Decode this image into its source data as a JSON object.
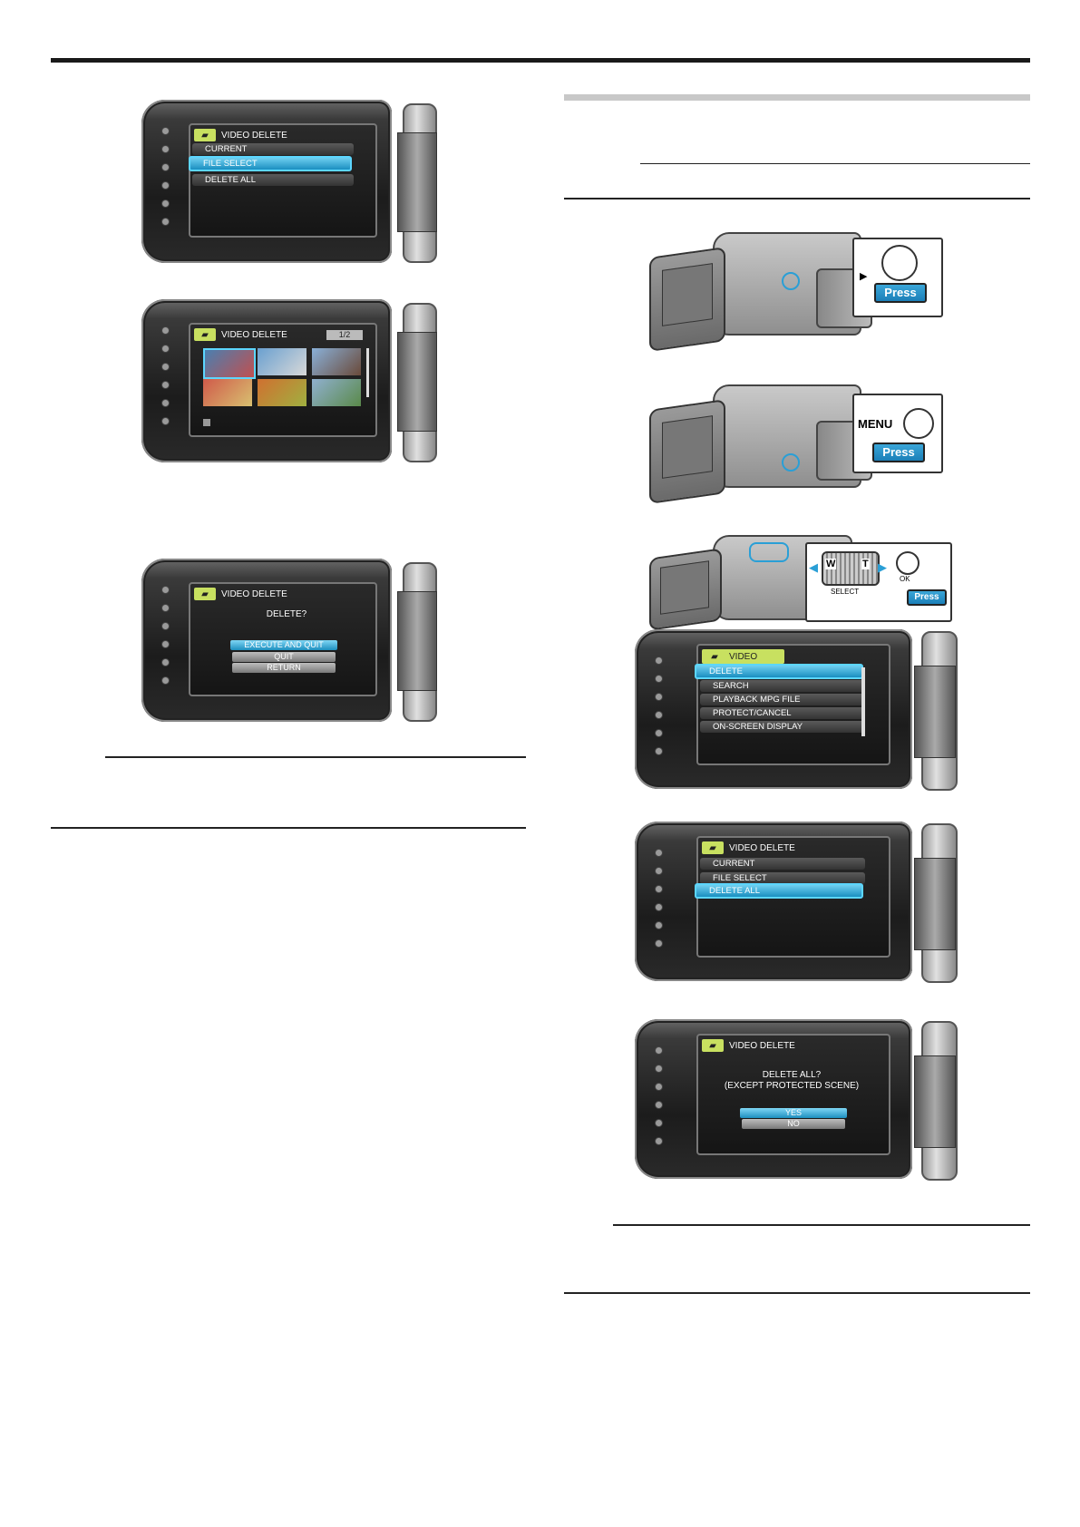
{
  "lcd_screens": [
    {
      "header": "VIDEO DELETE",
      "items": [
        "CURRENT",
        "FILE SELECT",
        "DELETE ALL"
      ],
      "selected": "FILE SELECT"
    },
    {
      "header": "VIDEO DELETE",
      "page_counter": "1/2"
    },
    {
      "header": "VIDEO DELETE",
      "prompt": "DELETE?",
      "buttons": [
        "EXECUTE AND QUIT",
        "QUIT",
        "RETURN"
      ],
      "selected": "EXECUTE AND QUIT"
    },
    {
      "header": "VIDEO",
      "items": [
        "DELETE",
        "SEARCH",
        "PLAYBACK MPG FILE",
        "PROTECT/CANCEL",
        "ON-SCREEN DISPLAY"
      ],
      "selected": "DELETE"
    },
    {
      "header": "VIDEO DELETE",
      "items": [
        "CURRENT",
        "FILE SELECT",
        "DELETE ALL"
      ],
      "selected": "DELETE ALL"
    },
    {
      "header": "VIDEO DELETE",
      "prompt_line1": "DELETE ALL?",
      "prompt_line2": "(EXCEPT PROTECTED SCENE)",
      "buttons": [
        "YES",
        "NO"
      ],
      "selected": "YES"
    }
  ],
  "callouts": {
    "press_label": "Press",
    "menu_label": "MENU",
    "zoom_w": "W",
    "zoom_t": "T",
    "select_label": "SELECT",
    "ok_label": "OK"
  }
}
